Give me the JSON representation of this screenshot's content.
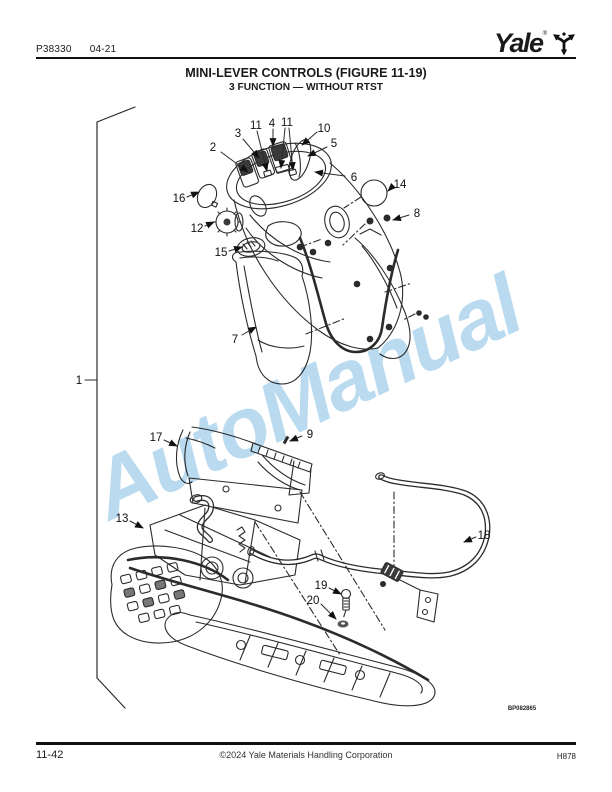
{
  "header": {
    "doc_number": "P38330",
    "revision": "04-21",
    "brand": "Yale",
    "brand_trademark": "®"
  },
  "title": {
    "main": "MINI-LEVER CONTROLS (FIGURE 11-19)",
    "sub": "3 FUNCTION — WITHOUT RTST"
  },
  "watermark": {
    "text": "AutoManual",
    "color": "#a9d1eb"
  },
  "figure": {
    "image_code": "BP082865",
    "callouts": [
      {
        "label": "2"
      },
      {
        "label": "3"
      },
      {
        "label": "11"
      },
      {
        "label": "4"
      },
      {
        "label": "11"
      },
      {
        "label": "10"
      },
      {
        "label": "5"
      },
      {
        "label": "6"
      },
      {
        "label": "14"
      },
      {
        "label": "16"
      },
      {
        "label": "8"
      },
      {
        "label": "12"
      },
      {
        "label": "15"
      },
      {
        "label": "7"
      },
      {
        "label": "1"
      },
      {
        "label": "17"
      },
      {
        "label": "9"
      },
      {
        "label": "13"
      },
      {
        "label": "18"
      },
      {
        "label": "19"
      },
      {
        "label": "20"
      }
    ]
  },
  "footer": {
    "page_number": "11-42",
    "copyright": "©2024 Yale Materials Handling Corporation",
    "doc_code": "H878"
  }
}
